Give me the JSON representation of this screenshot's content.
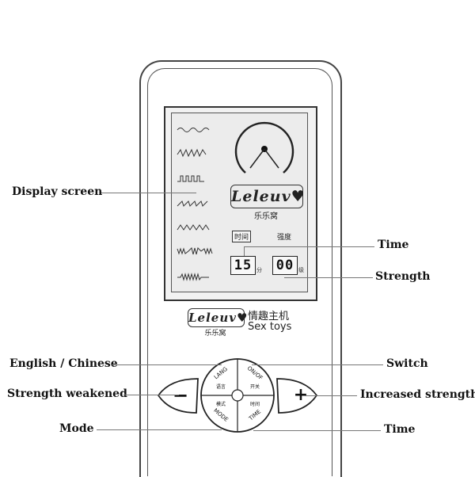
{
  "callouts": {
    "display_screen": "Display screen",
    "time_top": "Time",
    "strength_right": "Strength",
    "english_chinese": "English / Chinese",
    "strength_weakened": "Strength weakened",
    "mode": "Mode",
    "switch": "Switch",
    "increased_strength": "Increased strength",
    "time_bottom": "Time"
  },
  "screen": {
    "brand_logo": "Leleuv♥",
    "brand_cn": "乐乐窝",
    "time_label": "时间",
    "strength_label": "强度",
    "time_value": "15",
    "time_unit": "分",
    "strength_value": "00",
    "strength_unit": "级"
  },
  "device": {
    "brand_logo": "Leleuv♥",
    "brand_cn": "乐乐窝",
    "product_cn": "情趣主机",
    "product_en": "Sex toys"
  },
  "buttons": {
    "minus": "−",
    "plus": "+",
    "lang": "LANG",
    "lang_cn": "语言",
    "onoff": "ON/OF",
    "onoff_cn": "开关",
    "mode": "MODE",
    "mode_cn": "模式",
    "time": "TIME",
    "time_cn": "时间"
  },
  "colors": {
    "outline": "#333333",
    "screen_bg": "#ececec"
  }
}
